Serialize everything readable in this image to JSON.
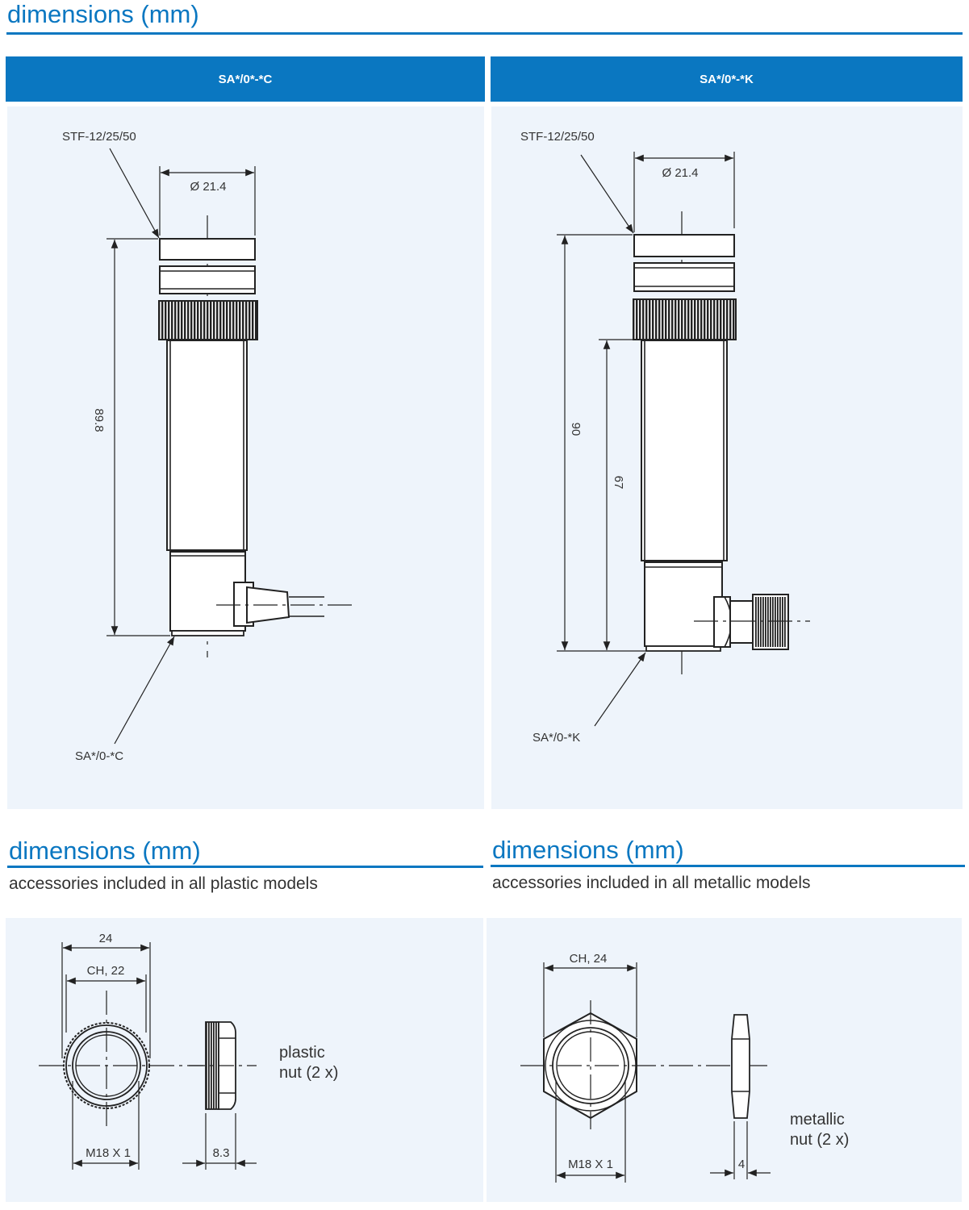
{
  "page": {
    "main_title": "dimensions (mm)",
    "plastic_title": "dimensions (mm)",
    "metallic_title": "dimensions (mm)",
    "plastic_subtitle": "accessories included in all plastic models",
    "metallic_subtitle": "accessories included in all metallic models"
  },
  "columns": {
    "left_header": "SA*/0*-*C",
    "right_header": "SA*/0*-*K"
  },
  "left_drawing": {
    "top_label": "STF-12/25/50",
    "diameter": "Ø 21.4",
    "length": "89.8",
    "bottom_label": "SA*/0-*C"
  },
  "right_drawing": {
    "top_label": "STF-12/25/50",
    "diameter": "Ø 21.4",
    "length_total": "90",
    "length_body": "67",
    "bottom_label": "SA*/0-*K"
  },
  "plastic_nut": {
    "outer": "24",
    "ch": "CH, 22",
    "thread": "M18 X 1",
    "thickness": "8.3",
    "label_line1": "plastic",
    "label_line2": "nut (2 x)"
  },
  "metallic_nut": {
    "ch": "CH, 24",
    "thread": "M18 X 1",
    "thickness": "4",
    "label_line1": "metallic",
    "label_line2": "nut (2 x)"
  }
}
